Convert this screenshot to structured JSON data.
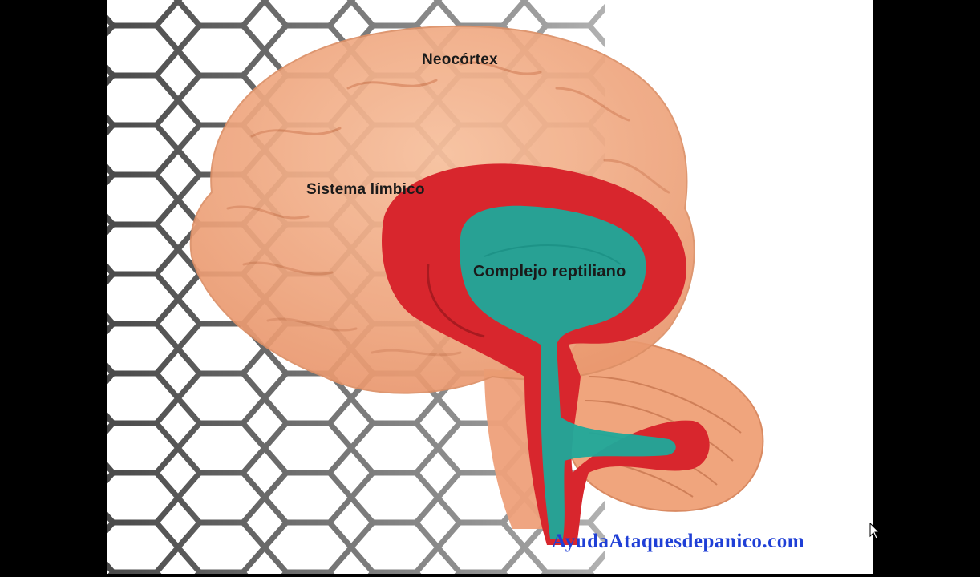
{
  "labels": {
    "neocortex": "Neocórtex",
    "limbic": "Sistema límbico",
    "reptilian": "Complejo reptiliano"
  },
  "watermark": "AyudaAtaquesdepanico.com",
  "colors": {
    "background": "#000000",
    "frame": "#ffffff",
    "brain": "#f3ab84",
    "limbic": "#d8262d",
    "reptilian": "#1fa89a",
    "hexagon": "#4a4a4a",
    "watermark": "#1f3fd6"
  }
}
